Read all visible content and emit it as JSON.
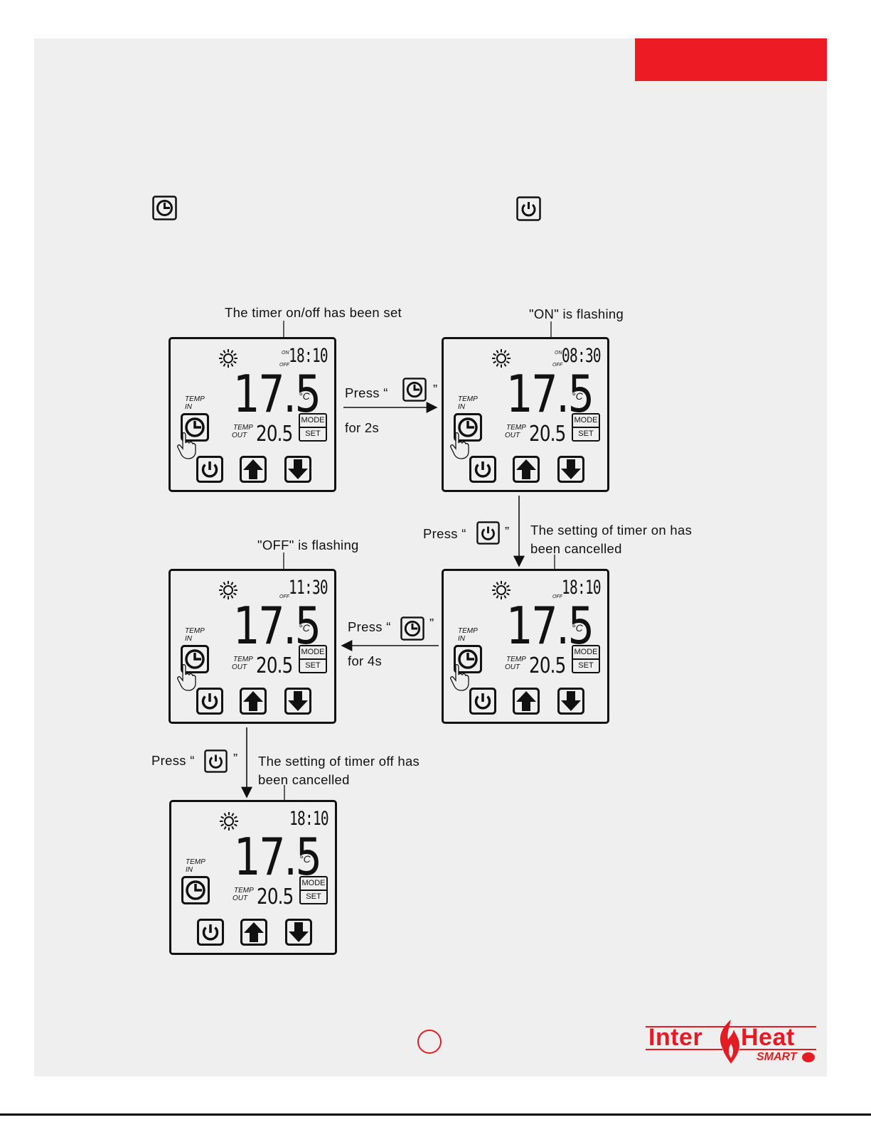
{
  "notes": {
    "timer_set": "The timer on/off has been set",
    "on_flashing": "\"ON\" is flashing",
    "off_flashing": "\"OFF\" is flashing",
    "timer_on_cancelled": "The setting of timer on has been cancelled",
    "timer_off_cancelled": "The setting of timer off has been cancelled"
  },
  "steps": {
    "press_clock_2s": {
      "press": "Press “",
      "close": "”",
      "duration": "for 2s"
    },
    "press_power_1": {
      "press": "Press “",
      "close": "”"
    },
    "press_clock_4s": {
      "press": "Press “",
      "close": "”",
      "duration": "for 4s"
    },
    "press_power_2": {
      "press": "Press “",
      "close": "”"
    }
  },
  "panels": [
    {
      "id": "panel-1",
      "on_tag": "ON",
      "off_tag": "OFF",
      "clock": "18:10",
      "temp_in": "17.5",
      "unit": "°C",
      "temp_out": "20.5"
    },
    {
      "id": "panel-2",
      "on_tag": "ON",
      "off_tag": "OFF",
      "clock": "08:30",
      "temp_in": "17.5",
      "unit": "°C",
      "temp_out": "20.5"
    },
    {
      "id": "panel-3",
      "on_tag": "",
      "off_tag": "OFF",
      "clock": "11:30",
      "temp_in": "17.5",
      "unit": "°C",
      "temp_out": "20.5"
    },
    {
      "id": "panel-4",
      "on_tag": "",
      "off_tag": "OFF",
      "clock": "18:10",
      "temp_in": "17.5",
      "unit": "°C",
      "temp_out": "20.5"
    },
    {
      "id": "panel-5",
      "on_tag": "",
      "off_tag": "",
      "clock": "18:10",
      "temp_in": "17.5",
      "unit": "°C",
      "temp_out": "20.5"
    }
  ],
  "lcd_labels": {
    "temp": "TEMP",
    "in": "IN",
    "out": "OUT",
    "mode": "MODE",
    "set": "SET"
  },
  "logo": {
    "word1": "Inter",
    "word2": "Heat",
    "word3": "SMART",
    "colors": {
      "red": "#e31b23"
    }
  },
  "colors": {
    "accent": "#ed1c24",
    "page": "#efefef"
  }
}
